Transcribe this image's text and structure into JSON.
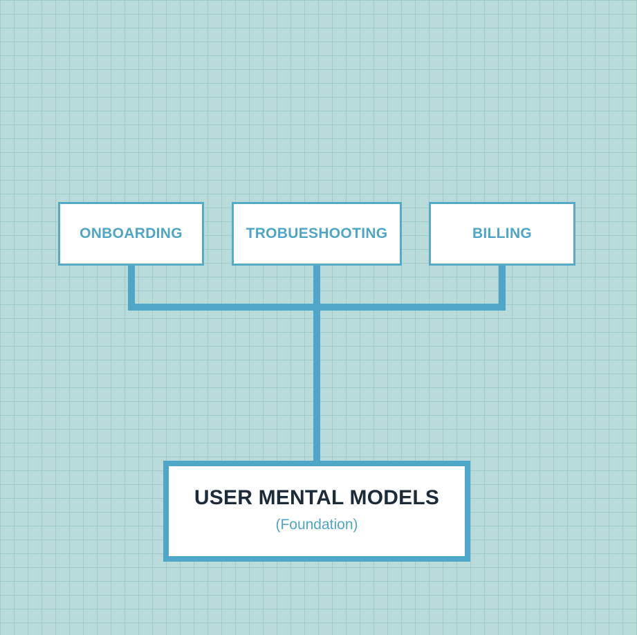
{
  "categories": [
    {
      "id": "onboarding",
      "label": "ONBOARDING"
    },
    {
      "id": "troubleshooting",
      "label": "TROBUESHOOTING"
    },
    {
      "id": "billing",
      "label": "BILLING"
    }
  ],
  "foundation": {
    "title": "USER MENTAL MODELS",
    "subtitle": "(Foundation)"
  },
  "colors": {
    "background": "#b9dbd9",
    "accent": "#4ea6c9",
    "title_text": "#1d2a38"
  }
}
